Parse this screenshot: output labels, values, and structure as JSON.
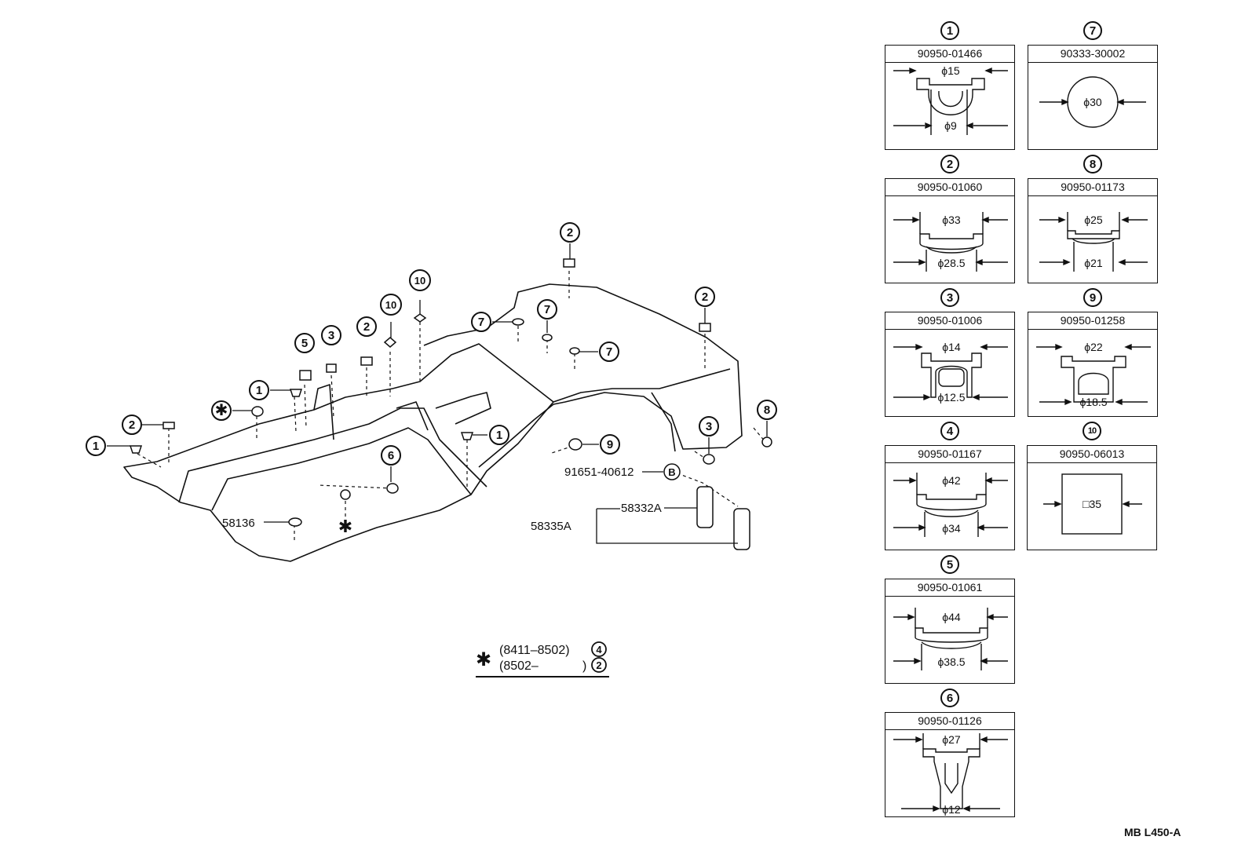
{
  "figure_code": "MB L450-A",
  "legend": {
    "row1_range": "(8411–8502)",
    "row1_ref": "4",
    "row2_range": "(8502–",
    "row2_close": ")",
    "row2_ref": "2"
  },
  "callouts": {
    "c1a": "1",
    "c2a": "2",
    "c1b": "1",
    "ast_a": "✱",
    "c5": "5",
    "c3a": "3",
    "c2b": "2",
    "c10a": "10",
    "c10b": "10",
    "c7a": "7",
    "c7b": "7",
    "c7c": "7",
    "c2c": "2",
    "c2d": "2",
    "c1c": "1",
    "c6": "6",
    "ast_b": "✱",
    "c9": "9",
    "c3b": "3",
    "c8": "8",
    "cB": "B"
  },
  "part_labels": {
    "p58136": "58136",
    "p91651": "91651-40612",
    "p58332A": "58332A",
    "p58335A": "58335A"
  },
  "panels": [
    {
      "num": "1",
      "part": "90950-01466",
      "dim_top": "ϕ15",
      "dim_bottom": "ϕ9"
    },
    {
      "num": "7",
      "part": "90333-30002",
      "dim_top": "ϕ30",
      "dim_bottom": ""
    },
    {
      "num": "2",
      "part": "90950-01060",
      "dim_top": "ϕ33",
      "dim_bottom": "ϕ28.5"
    },
    {
      "num": "8",
      "part": "90950-01173",
      "dim_top": "ϕ25",
      "dim_bottom": "ϕ21"
    },
    {
      "num": "3",
      "part": "90950-01006",
      "dim_top": "ϕ14",
      "dim_bottom": "ϕ12.5"
    },
    {
      "num": "9",
      "part": "90950-01258",
      "dim_top": "ϕ22",
      "dim_bottom": "ϕ18.5"
    },
    {
      "num": "4",
      "part": "90950-01167",
      "dim_top": "ϕ42",
      "dim_bottom": "ϕ34"
    },
    {
      "num": "10",
      "part": "90950-06013",
      "dim_top": "□35",
      "dim_bottom": ""
    },
    {
      "num": "5",
      "part": "90950-01061",
      "dim_top": "ϕ44",
      "dim_bottom": "ϕ38.5"
    },
    {
      "num": "6",
      "part": "90950-01126",
      "dim_top": "ϕ27",
      "dim_bottom": "ϕ12"
    }
  ]
}
